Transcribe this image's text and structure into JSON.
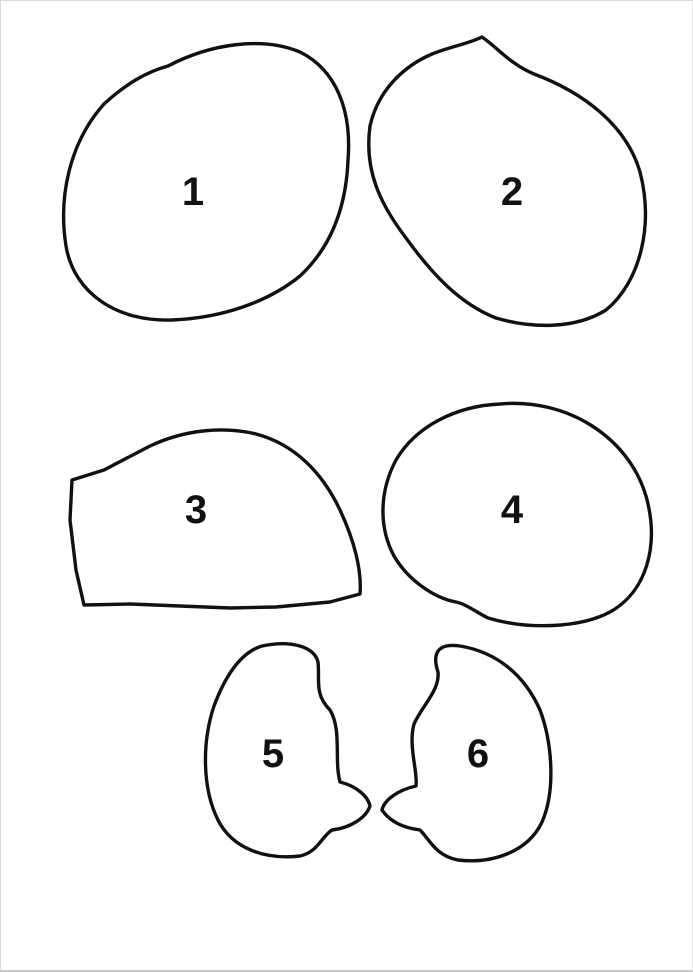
{
  "shapes": [
    {
      "id": "shape-1",
      "label": "1"
    },
    {
      "id": "shape-2",
      "label": "2"
    },
    {
      "id": "shape-3",
      "label": "3"
    },
    {
      "id": "shape-4",
      "label": "4"
    },
    {
      "id": "shape-5",
      "label": "5"
    },
    {
      "id": "shape-6",
      "label": "6"
    }
  ],
  "colors": {
    "outline": "#111111",
    "background": "#ffffff"
  }
}
